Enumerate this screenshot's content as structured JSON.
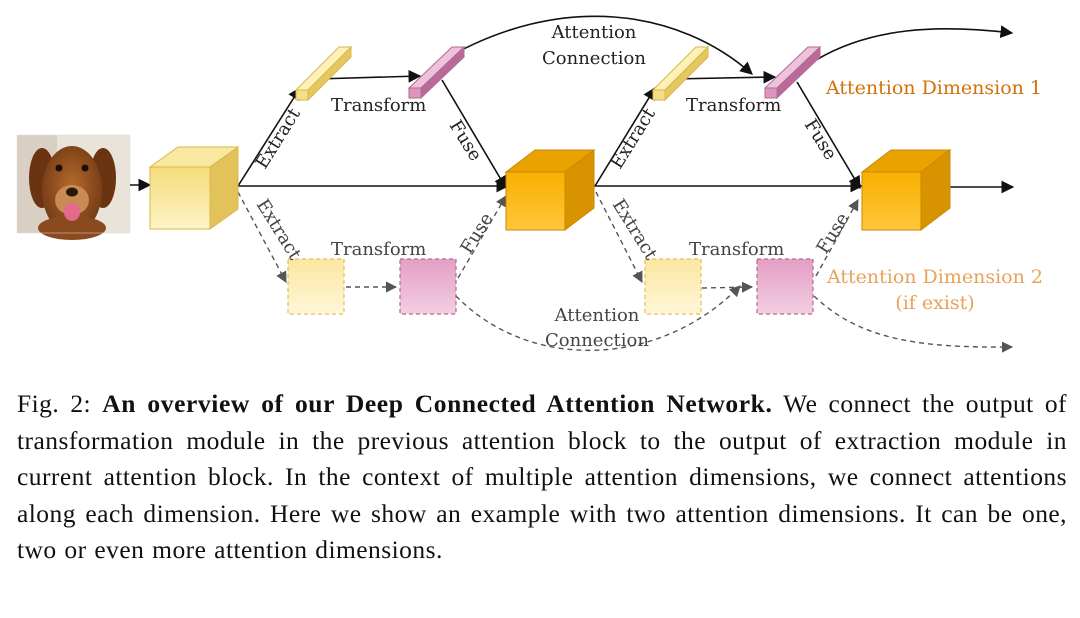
{
  "figure": {
    "labels": {
      "extract": "Extract",
      "transform": "Transform",
      "fuse": "Fuse",
      "attention": "Attention",
      "connection": "Connection",
      "attention_dimension_1": "Attention Dimension 1",
      "attention_dimension_2": "Attention Dimension 2",
      "if_exist": "(if exist)"
    },
    "input_image": "dog-photo",
    "colors": {
      "feature_cube": "#f5dc7a",
      "fused_cube": "#f8b000",
      "extract_block": "#fbe9a4",
      "transform_block": "#e6a6c9",
      "dimension_1_label": "#d4700a",
      "dimension_2_label": "#e8a25a"
    }
  },
  "caption": {
    "prefix": "Fig. 2:",
    "title": "An overview of our Deep Connected Attention Network.",
    "body": "We connect the output of transformation module in the previous attention block to the output of extraction module in current attention block. In the context of multiple attention dimensions, we connect attentions along each dimension. Here we show an example with two attention dimensions. It can be one, two or even more attention dimensions."
  }
}
